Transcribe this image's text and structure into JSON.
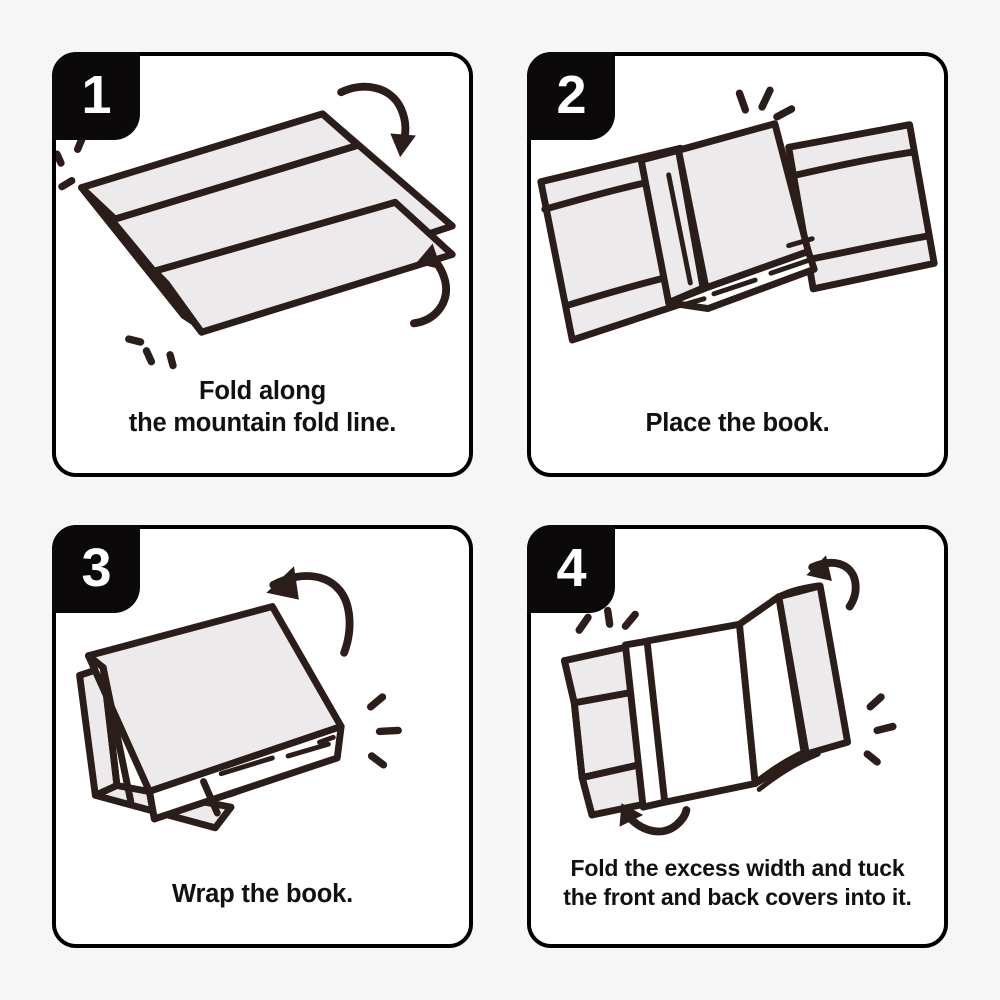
{
  "page": {
    "title": "Book cover folding instructions",
    "background_color": "#f7f6f6",
    "card_border_color": "#000000",
    "badge_color": "#0b0909",
    "ink_color": "#2b1d1a",
    "paper_fill_color": "#eceaea",
    "text_color": "#111111"
  },
  "steps": [
    {
      "number": "1",
      "caption": "Fold along\nthe mountain fold line.",
      "illustration": "folded-paper-with-two-flaps",
      "annotations": [
        "rotate-arrow-top-right",
        "rotate-arrow-bottom-right",
        "sparkle-top-left",
        "sparkle-bottom-left"
      ]
    },
    {
      "number": "2",
      "caption": "Place the book.",
      "illustration": "book-placed-on-open-wrapper",
      "annotations": [
        "sparkle-top-center"
      ]
    },
    {
      "number": "3",
      "caption": "Wrap the book.",
      "illustration": "book-wrapped-closed",
      "annotations": [
        "rotate-arrow-top-right",
        "sparkle-right"
      ]
    },
    {
      "number": "4",
      "caption": "Fold the excess width and tuck\nthe front and back covers into it.",
      "illustration": "book-open-with-tucked-covers",
      "annotations": [
        "rotate-arrow-top-right",
        "rotate-arrow-bottom-left",
        "sparkle-top-left",
        "sparkle-right"
      ]
    }
  ]
}
